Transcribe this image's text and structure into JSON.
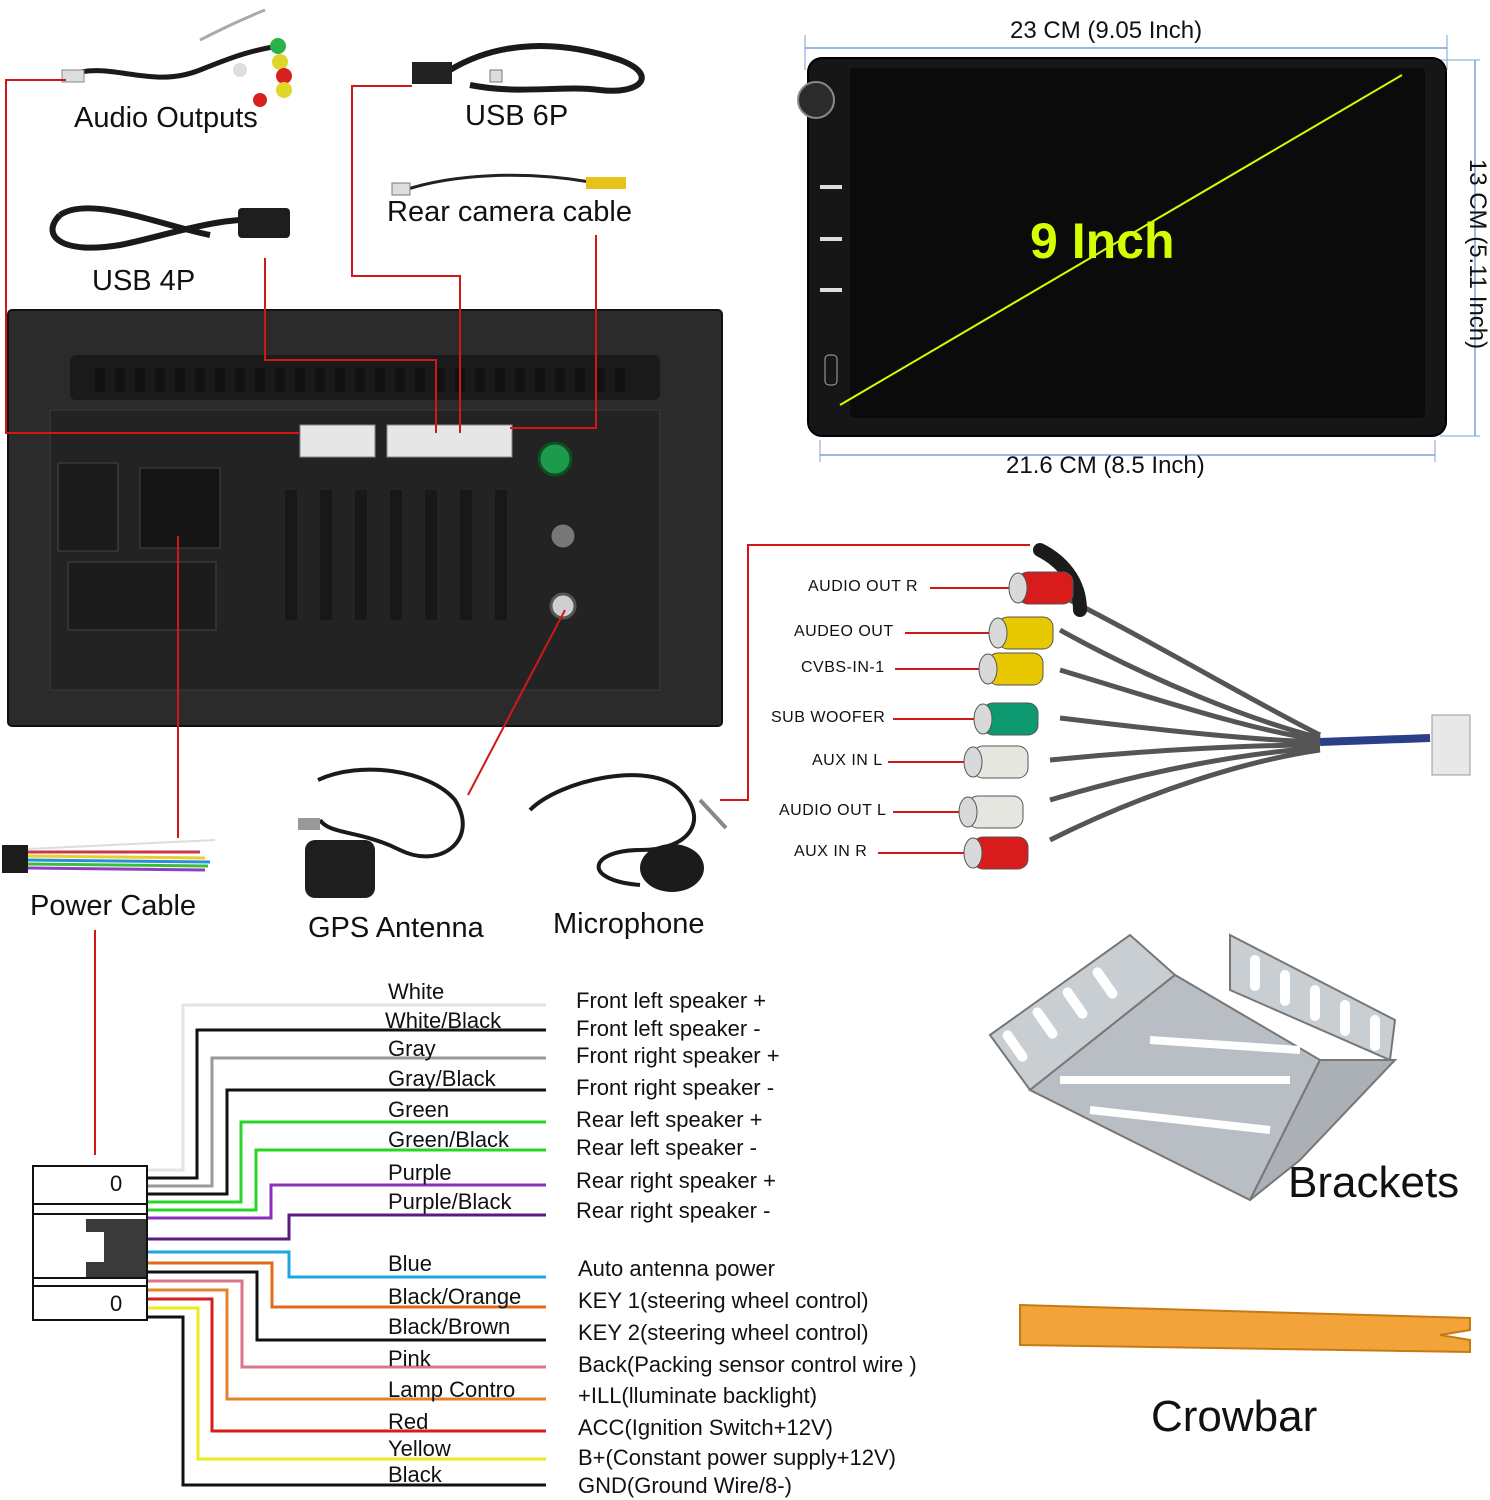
{
  "top_labels": {
    "audio_outputs": "Audio Outputs",
    "usb_6p": "USB 6P",
    "rear_camera": "Rear camera cable",
    "usb_4p": "USB 4P",
    "power_cable": "Power Cable",
    "gps_antenna": "GPS Antenna",
    "microphone": "Microphone"
  },
  "screen": {
    "width_label": "23 CM (9.05 Inch)",
    "height_label": "13 CM (5.11 Inch)",
    "inner_width_label": "21.6 CM (8.5 Inch)",
    "size_label": "9 Inch",
    "size_color": "#d4ff00"
  },
  "rca": [
    {
      "label": "AUDIO OUT R",
      "color": "#d81c1c"
    },
    {
      "label": "AUDEO OUT",
      "color": "#e8c800"
    },
    {
      "label": "CVBS-IN-1",
      "color": "#e8c800"
    },
    {
      "label": "SUB WOOFER",
      "color": "#0e9a70"
    },
    {
      "label": "AUX IN L",
      "color": "#e6e6e0"
    },
    {
      "label": "AUDIO OUT L",
      "color": "#e6e6e0"
    },
    {
      "label": "AUX IN R",
      "color": "#d81c1c"
    }
  ],
  "wires": [
    {
      "name": "White",
      "function": "Front left speaker +",
      "color": "#e4e4e4"
    },
    {
      "name": "White/Black",
      "function": "Front left speaker -",
      "color": "#111111"
    },
    {
      "name": "Gray",
      "function": "Front right speaker +",
      "color": "#9a9a9a"
    },
    {
      "name": "Gray/Black",
      "function": "Front right speaker -",
      "color": "#111111"
    },
    {
      "name": "Green",
      "function": "Rear left speaker +",
      "color": "#27d627"
    },
    {
      "name": "Green/Black",
      "function": "Rear left speaker -",
      "color": "#27d627"
    },
    {
      "name": "Purple",
      "function": "Rear right speaker +",
      "color": "#8c2fbd"
    },
    {
      "name": "Purple/Black",
      "function": "Rear right speaker -",
      "color": "#5a1a7e"
    },
    {
      "name": "Blue",
      "function": "Auto antenna power",
      "color": "#1ca7e0"
    },
    {
      "name": "Black/Orange",
      "function": "KEY 1(steering wheel control)",
      "color": "#e46a1a"
    },
    {
      "name": "Black/Brown",
      "function": "KEY 2(steering wheel control)",
      "color": "#111111"
    },
    {
      "name": "Pink",
      "function": "Back(Packing sensor control wire )",
      "color": "#d9748a"
    },
    {
      "name": "Lamp Contro",
      "function": "+ILL(lluminate backlight)",
      "color": "#e4822a"
    },
    {
      "name": "Red",
      "function": "ACC(Ignition Switch+12V)",
      "color": "#d81c1c"
    },
    {
      "name": "Yellow",
      "function": "B+(Constant power supply+12V)",
      "color": "#eaea1e"
    },
    {
      "name": "Black",
      "function": "GND(Ground Wire/8-)",
      "color": "#111111"
    }
  ],
  "connector_marks": {
    "top": "0",
    "bottom": "0"
  },
  "accessories": {
    "brackets": "Brackets",
    "crowbar": "Crowbar"
  }
}
